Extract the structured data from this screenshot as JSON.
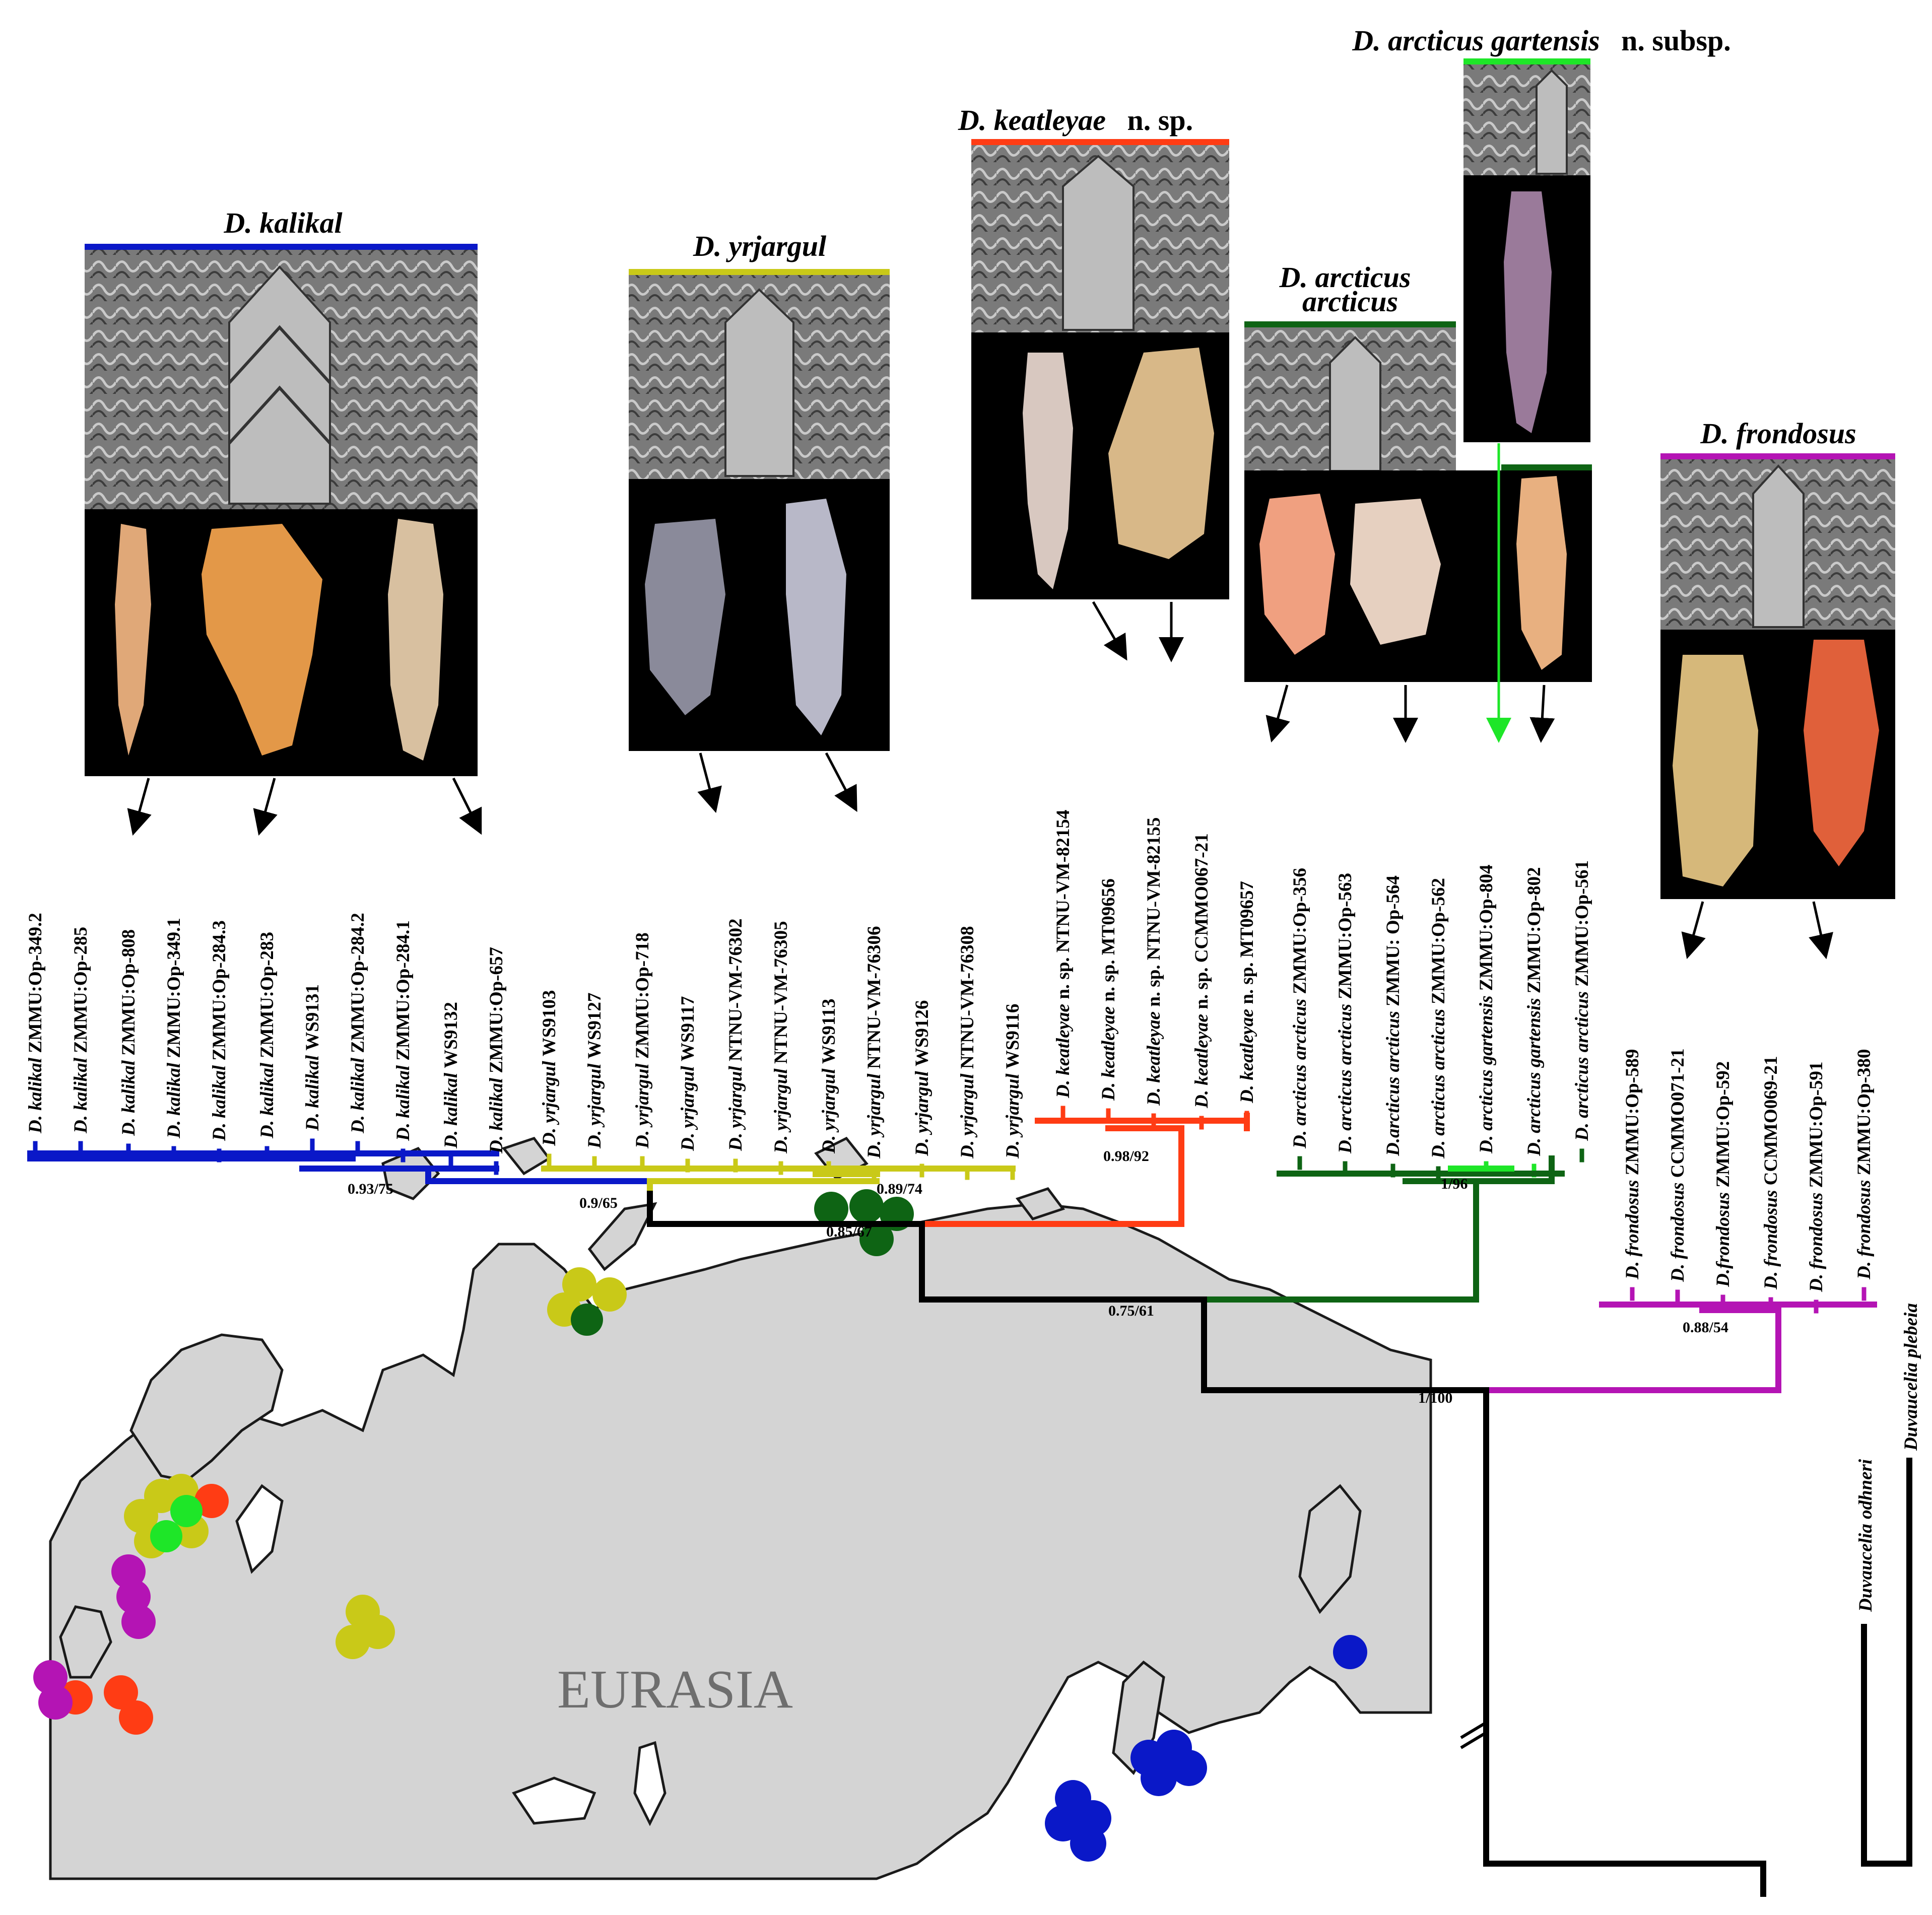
{
  "colors": {
    "kalikal": "#0a18c8",
    "yrjargul": "#c9c918",
    "keatleyae": "#ff3c14",
    "arcticus_arcticus": "#0e6414",
    "arcticus_gartensis": "#1ee628",
    "frondosus": "#b414b4",
    "outgroup": "#000000",
    "map_land": "#d4d4d4",
    "photo_bg": "#000000"
  },
  "clades": {
    "kalikal": {
      "name": "D. kalikal",
      "suffix": ""
    },
    "yrjargul": {
      "name": "D. yrjargul",
      "suffix": ""
    },
    "keatleyae": {
      "name": "D. keatleyae",
      "suffix": "n. sp."
    },
    "arcticus_arcticus": {
      "name_line1": "D. arcticus",
      "name_line2": "arcticus"
    },
    "arcticus_gartensis": {
      "name": "D. arcticus gartensis",
      "suffix": "n. subsp."
    },
    "frondosus": {
      "name": "D. frondosus",
      "suffix": ""
    }
  },
  "leaves": [
    {
      "sp": "D. kalikal",
      "id": "ZMMU:Op-349.2",
      "clade": "kalikal"
    },
    {
      "sp": "D. kalikal",
      "id": "ZMMU:Op-285",
      "clade": "kalikal"
    },
    {
      "sp": "D. kalikal",
      "id": "ZMMU:Op-808",
      "clade": "kalikal"
    },
    {
      "sp": "D. kalikal",
      "id": "ZMMU:Op-349.1",
      "clade": "kalikal"
    },
    {
      "sp": "D. kalikal",
      "id": "ZMMU:Op-284.3",
      "clade": "kalikal"
    },
    {
      "sp": "D. kalikal",
      "id": "ZMMU:Op-283",
      "clade": "kalikal"
    },
    {
      "sp": "D. kalikal",
      "id": "WS9131",
      "clade": "kalikal"
    },
    {
      "sp": "D. kalikal",
      "id": "ZMMU:Op-284.2",
      "clade": "kalikal"
    },
    {
      "sp": "D. kalikal",
      "id": "ZMMU:Op-284.1",
      "clade": "kalikal"
    },
    {
      "sp": "D. kalikal",
      "id": "WS9132",
      "clade": "kalikal"
    },
    {
      "sp": "D. kalikal",
      "id": "ZMMU:Op-657",
      "clade": "kalikal"
    },
    {
      "sp": "D. yrjargul",
      "id": "WS9103",
      "clade": "yrjargul"
    },
    {
      "sp": "D. yrjargul",
      "id": "WS9127",
      "clade": "yrjargul"
    },
    {
      "sp": "D. yrjargul",
      "id": "ZMMU:Op-718",
      "clade": "yrjargul"
    },
    {
      "sp": "D. yrjargul",
      "id": "WS9117",
      "clade": "yrjargul"
    },
    {
      "sp": "D. yrjargul",
      "id": "NTNU-VM-76302",
      "clade": "yrjargul"
    },
    {
      "sp": "D. yrjargul",
      "id": "NTNU-VM-76305",
      "clade": "yrjargul"
    },
    {
      "sp": "D. yrjargul",
      "id": "WS9113",
      "clade": "yrjargul"
    },
    {
      "sp": "D. yrjargul",
      "id": "NTNU-VM-76306",
      "clade": "yrjargul"
    },
    {
      "sp": "D. yrjargul",
      "id": "WS9126",
      "clade": "yrjargul"
    },
    {
      "sp": "D. yrjargul",
      "id": "NTNU-VM-76308",
      "clade": "yrjargul"
    },
    {
      "sp": "D. yrjargul",
      "id": "WS9116",
      "clade": "yrjargul"
    },
    {
      "sp": "D. keatleyae",
      "id": "n. sp.   NTNU-VM-82154",
      "clade": "keatleyae"
    },
    {
      "sp": "D. keatleyae",
      "id": "n. sp.   MT09656",
      "clade": "keatleyae"
    },
    {
      "sp": "D. keatleyae",
      "id": "n. sp.   NTNU-VM-82155",
      "clade": "keatleyae"
    },
    {
      "sp": "D. keatleyae",
      "id": "n. sp.   CCMMO067-21",
      "clade": "keatleyae"
    },
    {
      "sp": "D. keatleyae",
      "id": "n. sp.   MT09657",
      "clade": "keatleyae"
    },
    {
      "sp": "D. arcticus arcticus",
      "id": "ZMMU:Op-356",
      "clade": "arcticus_arcticus"
    },
    {
      "sp": "D. arcticus arcticus",
      "id": "ZMMU:Op-563",
      "clade": "arcticus_arcticus"
    },
    {
      "sp": "D.arcticus arcticus",
      "id": "ZMMU: Op-564",
      "clade": "arcticus_arcticus"
    },
    {
      "sp": "D. arcticus arcticus",
      "id": "ZMMU:Op-562",
      "clade": "arcticus_arcticus"
    },
    {
      "sp": "D. arcticus gartensis",
      "id": "ZMMU:Op-804",
      "clade": "arcticus_gartensis"
    },
    {
      "sp": "D. arcticus gartensis",
      "id": "ZMMU:Op-802",
      "clade": "arcticus_gartensis"
    },
    {
      "sp": "D. arcticus arcticus",
      "id": "ZMMU:Op-561",
      "clade": "arcticus_arcticus"
    },
    {
      "sp": "D. frondosus",
      "id": "ZMMU:Op-589",
      "clade": "frondosus"
    },
    {
      "sp": "D. frondosus",
      "id": "CCMMO071-21",
      "clade": "frondosus"
    },
    {
      "sp": "D.frondosus",
      "id": "ZMMU:Op-592",
      "clade": "frondosus"
    },
    {
      "sp": "D. frondosus",
      "id": "CCMMO069-21",
      "clade": "frondosus"
    },
    {
      "sp": "D. frondosus",
      "id": "ZMMU:Op-591",
      "clade": "frondosus"
    },
    {
      "sp": "D. frondosus",
      "id": "ZMMU:Op-380",
      "clade": "frondosus"
    }
  ],
  "outgroups": [
    "Duvaucelia odhneri",
    "Duvaucelia plebeia"
  ],
  "support": {
    "kalikal": "0.93/75",
    "kalikal_yrjargul": "0.9/65",
    "yrjargul": "0.89/74",
    "keatleyae": "0.98/92",
    "kalikal_yrjargul_keatleyae": "0.85/67",
    "arcticus": "1/96",
    "ingroup_minus_frondosus": "0.75/61",
    "frondosus": "0.88/54",
    "dendronotus": "1/100"
  },
  "map": {
    "label": "EURASIA"
  }
}
